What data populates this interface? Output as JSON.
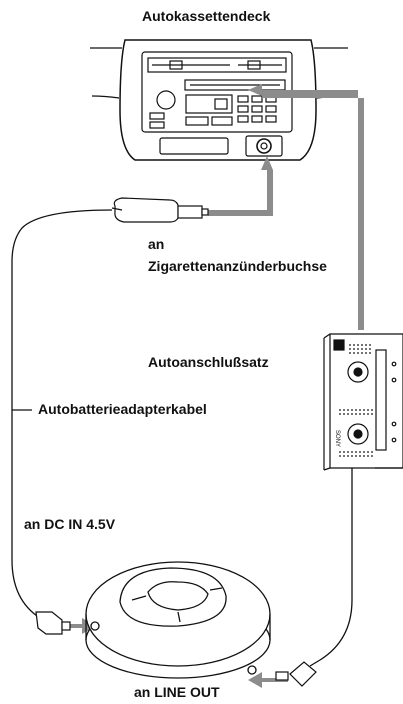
{
  "labels": {
    "car_deck": "Autokassettendeck",
    "cigarette_a": "an",
    "cigarette_b": "Zigarettenanzünderbuchse",
    "car_connecting_pack": "Autoanschlußsatz",
    "battery_cord": "Autobatterieadapterkabel",
    "dc_in": "an DC IN 4.5V",
    "line_out": "an LINE OUT"
  },
  "brand_text": "SONY",
  "colors": {
    "arrow": "#8c8c8c",
    "line": "#111111",
    "background": "#ffffff"
  }
}
